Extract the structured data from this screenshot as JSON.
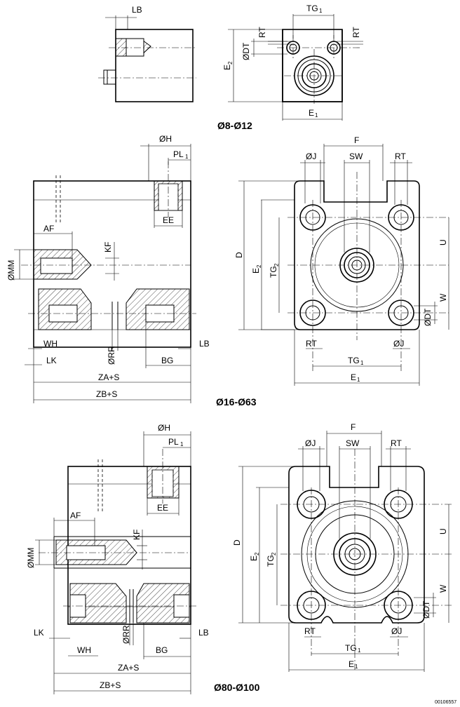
{
  "captions": {
    "small": "Ø8-Ø12",
    "medium": "Ø16-Ø63",
    "large": "Ø80-Ø100"
  },
  "drawing_code": "00106557",
  "labels": {
    "LB": "LB",
    "TG": "TG",
    "TG_sub": "1",
    "TG2": "TG",
    "TG2_sub": "2",
    "RT": "RT",
    "DT": "ØDT",
    "E": "E",
    "E1_sub": "1",
    "E2_sub": "2",
    "H": "ØH",
    "PL": "PL",
    "PL_sub": "1",
    "EE": "EE",
    "AF": "AF",
    "KF": "KF",
    "MM": "ØMM",
    "RR": "ØRR",
    "WH": "WH",
    "LK": "LK",
    "BG": "BG",
    "ZA": "ZA+S",
    "ZB": "ZB+S",
    "F": "F",
    "J": "ØJ",
    "SW": "SW",
    "D": "D",
    "U": "U",
    "W": "W"
  }
}
